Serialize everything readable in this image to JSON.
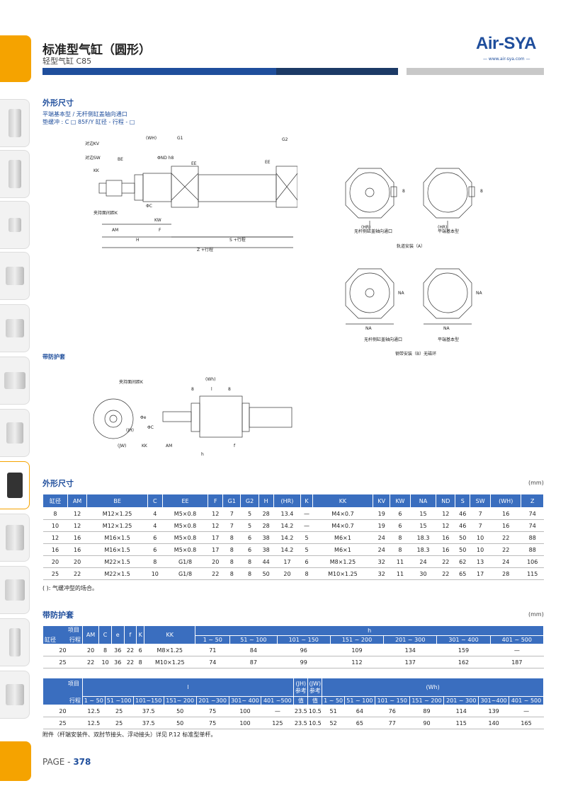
{
  "header": {
    "title": "标准型气缸（圆形）",
    "subtitle": "轻型气缸 C85",
    "logo": "Air-SYA",
    "logo_sub": "— www.air-sya.com —"
  },
  "section_dims": {
    "heading": "外形尺寸",
    "line1": "平端基本型 / 无杆侧缸盖轴向通口",
    "line2": "垫缓冲 : C □ 85F/Y 缸径 - 行程 - □"
  },
  "drawing_labels": {
    "wh": "(WH)",
    "g1": "G1",
    "g2": "G2",
    "ee1": "EE",
    "ee2": "EE",
    "kv": "对边KV",
    "sw": "对边SW",
    "be": "BE",
    "kk": "KK",
    "k": "夹持面间距K",
    "nd": "ΦND h8",
    "c": "ΦC",
    "am": "AM",
    "kw": "KW",
    "f": "F",
    "h": "H",
    "s": "S +行程",
    "z": "Z +行程",
    "hr1": "(HR)",
    "hr2": "(HR)",
    "eight1": "8",
    "eight2": "8",
    "caption_a1": "无杆侧缸盖轴向通口",
    "caption_a2": "平端基本型",
    "caption_a": "轨道安装（A）",
    "na1": "NA",
    "na2": "NA",
    "na3": "NA",
    "na4": "NA",
    "caption_b1": "无杆侧缸盖轴向通口",
    "caption_b2": "平端基本型",
    "caption_b": "钢带安装（B）无磁环"
  },
  "section_boot": {
    "heading": "带防护套"
  },
  "boot_labels": {
    "k": "夹持面间距K",
    "wh": "(Wh)",
    "eight1": "8",
    "l": "l",
    "eight2": "8",
    "e": "Φe",
    "c": "ΦC",
    "jh": "(JH)",
    "jw": "(JW)",
    "kk": "KK",
    "am": "AM",
    "f": "f",
    "h": "h"
  },
  "table1": {
    "heading": "外形尺寸",
    "unit": "(mm)",
    "headers": [
      "缸径",
      "AM",
      "BE",
      "C",
      "EE",
      "F",
      "G1",
      "G2",
      "H",
      "(HR)",
      "K",
      "KK",
      "KV",
      "KW",
      "NA",
      "ND",
      "S",
      "SW",
      "(WH)",
      "Z"
    ],
    "rows": [
      [
        "8",
        "12",
        "M12×1.25",
        "4",
        "M5×0.8",
        "12",
        "7",
        "5",
        "28",
        "13.4",
        "—",
        "M4×0.7",
        "19",
        "6",
        "15",
        "12",
        "46",
        "7",
        "16",
        "74"
      ],
      [
        "10",
        "12",
        "M12×1.25",
        "4",
        "M5×0.8",
        "12",
        "7",
        "5",
        "28",
        "14.2",
        "—",
        "M4×0.7",
        "19",
        "6",
        "15",
        "12",
        "46",
        "7",
        "16",
        "74"
      ],
      [
        "12",
        "16",
        "M16×1.5",
        "6",
        "M5×0.8",
        "17",
        "8",
        "6",
        "38",
        "14.2",
        "5",
        "M6×1",
        "24",
        "8",
        "18.3",
        "16",
        "50",
        "10",
        "22",
        "88"
      ],
      [
        "16",
        "16",
        "M16×1.5",
        "6",
        "M5×0.8",
        "17",
        "8",
        "6",
        "38",
        "14.2",
        "5",
        "M6×1",
        "24",
        "8",
        "18.3",
        "16",
        "50",
        "10",
        "22",
        "88"
      ],
      [
        "20",
        "20",
        "M22×1.5",
        "8",
        "G1/8",
        "20",
        "8",
        "8",
        "44",
        "17",
        "6",
        "M8×1.25",
        "32",
        "11",
        "24",
        "22",
        "62",
        "13",
        "24",
        "106"
      ],
      [
        "25",
        "22",
        "M22×1.5",
        "10",
        "G1/8",
        "22",
        "8",
        "8",
        "50",
        "20",
        "8",
        "M10×1.25",
        "32",
        "11",
        "30",
        "22",
        "65",
        "17",
        "28",
        "115"
      ]
    ],
    "note": "( ): 气缓冲型的场合。"
  },
  "table2": {
    "heading": "带防护套",
    "unit": "(mm)",
    "corner_top": "项目",
    "corner_left": "缸径",
    "corner_right": "行程",
    "cols": [
      "AM",
      "C",
      "e",
      "f",
      "K",
      "KK"
    ],
    "h_label": "h",
    "h_ranges": [
      "1 ~ 50",
      "51 ~ 100",
      "101 ~ 150",
      "151 ~ 200",
      "201 ~ 300",
      "301 ~ 400",
      "401 ~ 500"
    ],
    "rows": [
      [
        "20",
        "20",
        "8",
        "36",
        "22",
        "6",
        "M8×1.25",
        "71",
        "84",
        "96",
        "109",
        "134",
        "159",
        "—"
      ],
      [
        "25",
        "22",
        "10",
        "36",
        "22",
        "8",
        "M10×1.25",
        "74",
        "87",
        "99",
        "112",
        "137",
        "162",
        "187"
      ]
    ]
  },
  "table3": {
    "corner_top": "项目",
    "corner_right": "行程",
    "l_label": "l",
    "jh_label": "(JH)",
    "jw_label": "(JW)",
    "ref_label": "参考",
    "val_label": "值",
    "wh_label": "(Wh)",
    "l_ranges": [
      "1 ~ 50",
      "51 ~100",
      "101~150",
      "151~ 200",
      "201 ~300",
      "301~ 400",
      "401 ~500"
    ],
    "wh_ranges": [
      "1 ~ 50",
      "51 ~ 100",
      "101 ~ 150",
      "151 ~ 200",
      "201 ~ 300",
      "301~400",
      "401 ~ 500"
    ],
    "rows": [
      [
        "20",
        "12.5",
        "25",
        "37.5",
        "50",
        "75",
        "100",
        "—",
        "23.5",
        "10.5",
        "51",
        "64",
        "76",
        "89",
        "114",
        "139",
        "—"
      ],
      [
        "25",
        "12.5",
        "25",
        "37.5",
        "50",
        "75",
        "100",
        "125",
        "23.5",
        "10.5",
        "52",
        "65",
        "77",
        "90",
        "115",
        "140",
        "165"
      ]
    ]
  },
  "footnote": "附件（杆端安装件、双肘节接头、浮动接头）详见 P.12 标准型单杆。",
  "page": {
    "prefix": "PAGE - ",
    "number": "378"
  }
}
